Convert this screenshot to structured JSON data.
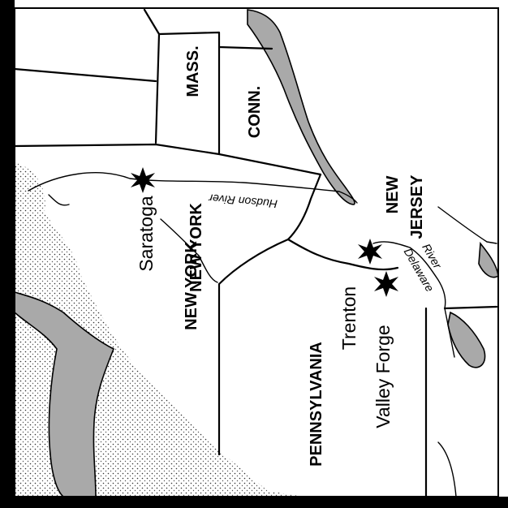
{
  "map": {
    "states": {
      "massachusetts": "MASS.",
      "connecticut": "CONN.",
      "new_jersey_line1": "NEW",
      "new_jersey_line2": "JERSEY",
      "new_york_upper": "NEW YORK",
      "new_york_lower": "NEW YORK",
      "pennsylvania": "PENNSYLVANIA"
    },
    "cities": {
      "saratoga": "Saratoga",
      "trenton": "Trenton",
      "valley_forge": "Valley Forge"
    },
    "rivers": {
      "hudson": "Hudson River",
      "delaware_line1": "Delaware",
      "delaware_line2": "River"
    },
    "markers": {
      "saratoga": "battle-burst-icon",
      "trenton": "battle-burst-icon",
      "valley_forge": "battle-burst-icon"
    },
    "colors": {
      "water": "#a9a9a9",
      "ink": "#000000",
      "paper": "#ffffff"
    }
  }
}
